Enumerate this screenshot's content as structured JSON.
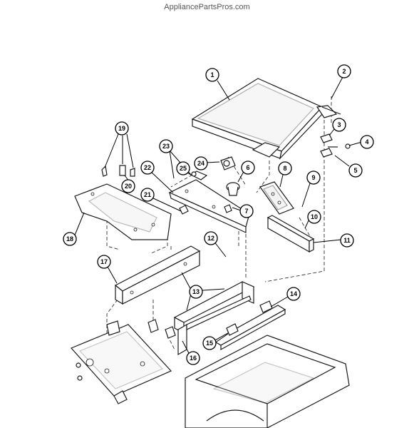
{
  "watermark": "AppliancePartsPros.com",
  "callouts": [
    "1",
    "2",
    "3",
    "4",
    "5",
    "6",
    "7",
    "8",
    "9",
    "10",
    "11",
    "12",
    "13",
    "14",
    "15",
    "16",
    "17",
    "18",
    "19",
    "20",
    "21",
    "22",
    "23",
    "24",
    "25"
  ],
  "colors": {
    "line": "#1a1a1a",
    "background": "#ffffff",
    "watermark": "#555555"
  }
}
